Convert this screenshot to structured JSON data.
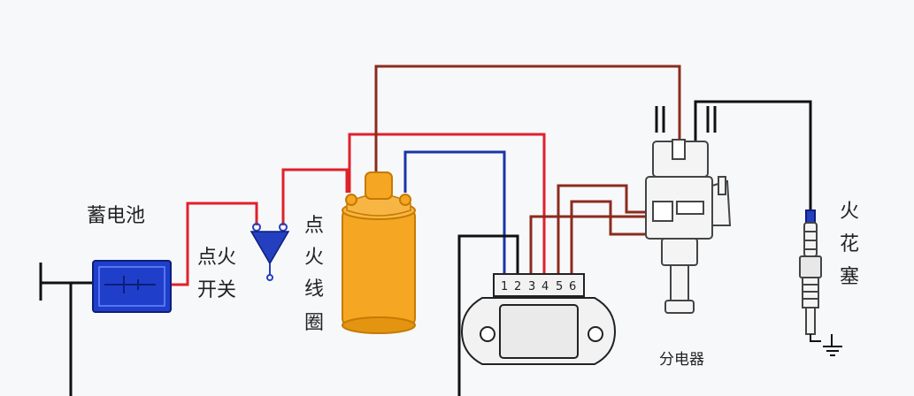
{
  "labels": {
    "battery": "蓄电池",
    "switch_line1": "点火",
    "switch_line2": "开关",
    "coil_chars": [
      "点",
      "火",
      "线",
      "圈"
    ],
    "distributor": "分电器",
    "spark_plug_chars": [
      "火",
      "花",
      "塞"
    ]
  },
  "module": {
    "pins": [
      "1",
      "2",
      "3",
      "4",
      "5",
      "6"
    ]
  },
  "colors": {
    "positive_wire": "#e0202a",
    "high_voltage_wire": "#8b2b1e",
    "signal_wire": "#1a35a8",
    "ground_wire": "#111111",
    "battery": "#1f3ec9",
    "coil": "#f5a623",
    "switch": "#2440c0"
  }
}
